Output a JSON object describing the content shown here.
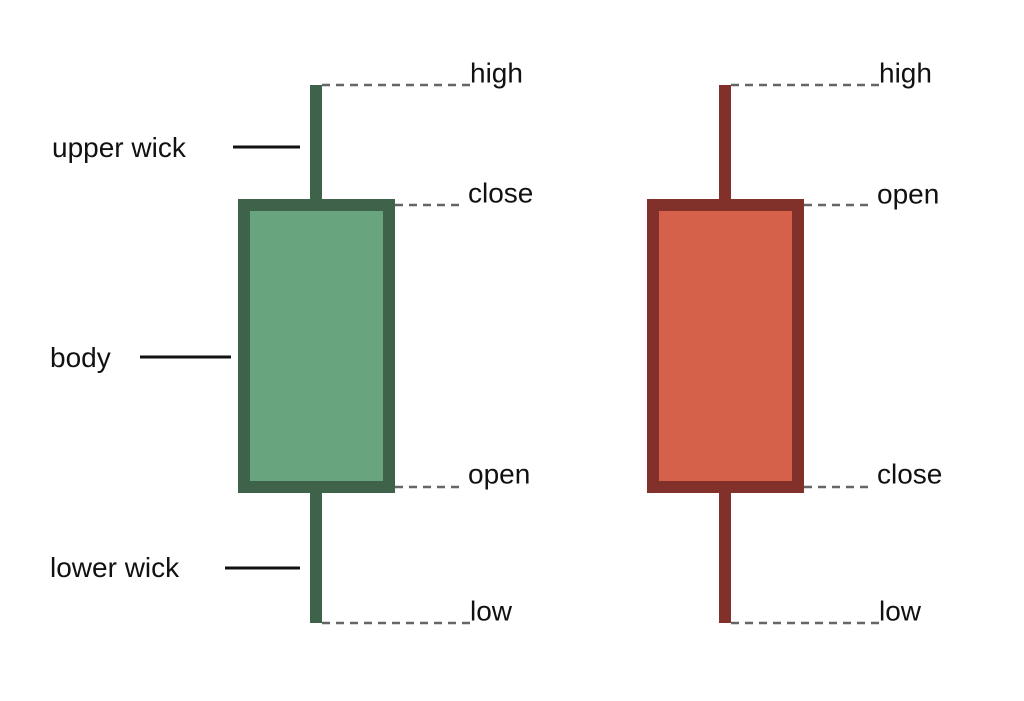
{
  "colors": {
    "bullish_fill": "#68a47e",
    "bullish_stroke": "#3f624b",
    "bearish_fill": "#d6614b",
    "bearish_stroke": "#81302a",
    "guide": "#666666",
    "text": "#111111"
  },
  "parts": {
    "upper_wick": "upper wick",
    "body": "body",
    "lower_wick": "lower wick"
  },
  "bullish": {
    "high": "high",
    "close": "close",
    "open": "open",
    "low": "low"
  },
  "bearish": {
    "high": "high",
    "open": "open",
    "close": "close",
    "low": "low"
  }
}
